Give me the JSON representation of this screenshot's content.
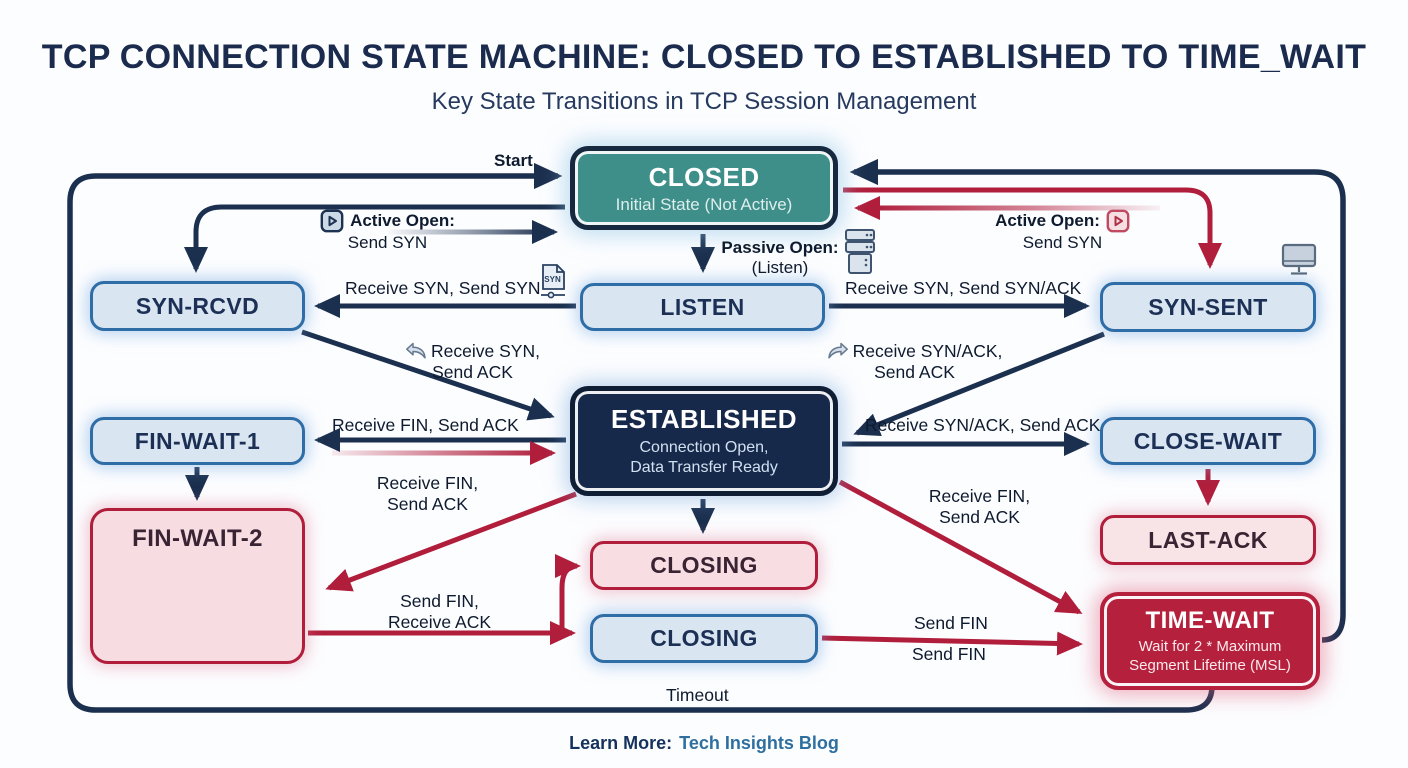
{
  "header": {
    "title": "TCP CONNECTION STATE MACHINE: CLOSED TO ESTABLISHED TO TIME_WAIT",
    "subtitle": "Key State Transitions in TCP Session Management"
  },
  "states": {
    "closed": {
      "label": "CLOSED",
      "sublabel": "Initial State (Not Active)"
    },
    "listen": {
      "label": "LISTEN"
    },
    "syn_rcvd": {
      "label": "SYN-RCVD"
    },
    "syn_sent": {
      "label": "SYN-SENT"
    },
    "established": {
      "label": "ESTABLISHED",
      "sublabel_line1": "Connection Open,",
      "sublabel_line2": "Data Transfer Ready"
    },
    "fin_wait_1": {
      "label": "FIN-WAIT-1"
    },
    "close_wait": {
      "label": "CLOSE-WAIT"
    },
    "fin_wait_2": {
      "label": "FIN-WAIT-2"
    },
    "last_ack": {
      "label": "LAST-ACK"
    },
    "closing_top": {
      "label": "CLOSING"
    },
    "closing_bottom": {
      "label": "CLOSING"
    },
    "time_wait": {
      "label": "TIME-WAIT",
      "sublabel_line1": "Wait for 2 * Maximum",
      "sublabel_line2": "Segment Lifetime (MSL)"
    }
  },
  "transitions": {
    "start": "Start",
    "active_open_left_title": "Active Open:",
    "active_open_left_sub": "Send SYN",
    "passive_open_title": "Passive Open:",
    "passive_open_sub": "(Listen)",
    "active_open_right_title": "Active Open:",
    "active_open_right_sub": "Send SYN",
    "receive_syn_send_syn": "Receive SYN, Send SYN",
    "receive_syn_send_synack": "Receive SYN, Send SYN/ACK",
    "receive_syn_line1": "Receive SYN,",
    "receive_syn_line2": "Send ACK",
    "receive_synack_line1": "Receive SYN/ACK,",
    "receive_synack_line2": "Send ACK",
    "receive_fin_send_ack_left": "Receive FIN, Send ACK",
    "receive_synack_send_ack_right": "Receive SYN/ACK, Send ACK",
    "receive_fin_red_left_line1": "Receive FIN,",
    "receive_fin_red_left_line2": "Send ACK",
    "receive_fin_red_right_line1": "Receive FIN,",
    "receive_fin_red_right_line2": "Send ACK",
    "send_fin_receive_ack_line1": "Send FIN,",
    "send_fin_receive_ack_line2": "Receive ACK",
    "send_fin_top": "Send FIN",
    "send_fin_bottom": "Send FIN",
    "timeout": "Timeout"
  },
  "icons": {
    "play_left": "play-icon",
    "play_right": "play-icon",
    "server": "server-icon",
    "monitor": "monitor-icon",
    "syn_document": "syn-document-icon",
    "reply_left": "curved-arrow-left-icon",
    "forward_right": "curved-arrow-right-icon"
  },
  "colors": {
    "teal_state": "#3E8E8A",
    "navy_arrow": "#1B2F4E",
    "crimson_arrow": "#B01E3C",
    "light_blue_fill": "#D9E5F1",
    "blue_border": "#2E6DA6",
    "pink_fill": "#F7DDE1",
    "dark_navy_fill": "#17294B",
    "time_wait_fill": "#B5203C",
    "link_blue": "#2F6F9F"
  },
  "footer": {
    "label": "Learn More:",
    "link": "Tech Insights Blog"
  }
}
